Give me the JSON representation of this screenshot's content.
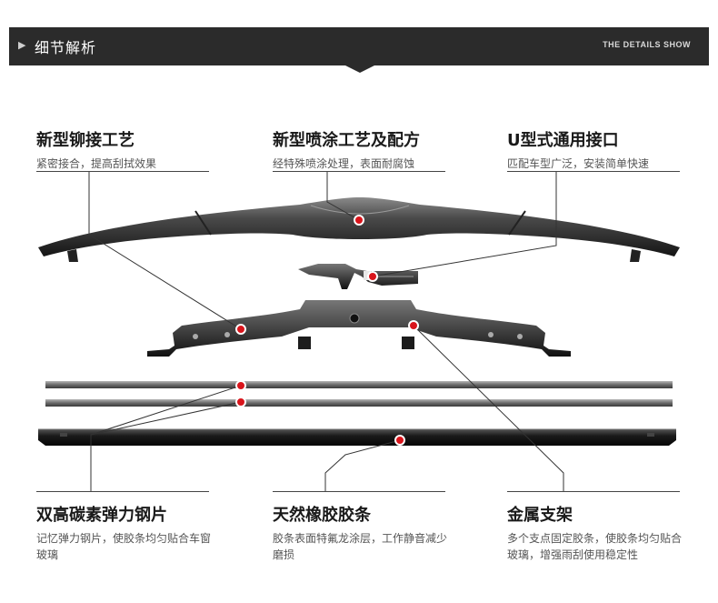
{
  "header": {
    "title": "细节解析",
    "subtitle": "THE DETAILS SHOW"
  },
  "callouts": {
    "rivet": {
      "title": "新型铆接工艺",
      "desc": "紧密接合，提高刮拭效果"
    },
    "coating": {
      "title": "新型喷涂工艺及配方",
      "desc": "经特殊喷涂处理，表面耐腐蚀"
    },
    "connector": {
      "title": "U型式通用接口",
      "desc": "匹配车型广泛，安装简单快速"
    },
    "steel": {
      "title": "双高碳素弹力钢片",
      "desc": "记忆弹力钢片，使胶条均匀贴合车窗玻璃"
    },
    "rubber": {
      "title": "天然橡胶胶条",
      "desc": "胶条表面特氟龙涂层，工作静音减少磨损"
    },
    "bracket": {
      "title": "金属支架",
      "desc": "多个支点固定胶条，使胶条均匀贴合玻璃，增强雨刮使用稳定性"
    }
  },
  "colors": {
    "accent": "#d9141b",
    "header_bg": "#2b2b2b"
  }
}
